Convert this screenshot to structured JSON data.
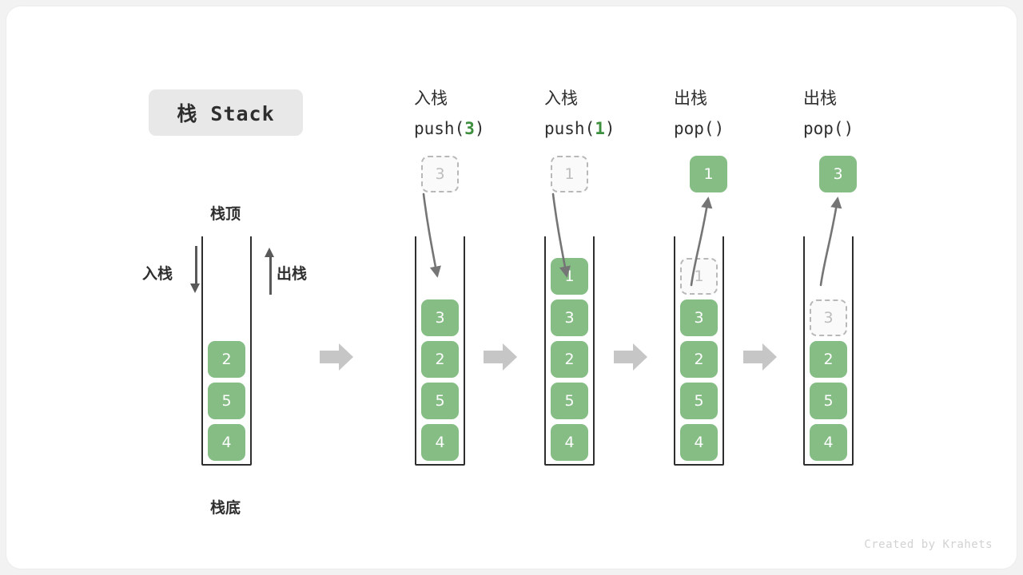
{
  "title": {
    "text": "栈 Stack"
  },
  "colors": {
    "element_fill": "#85bd85",
    "element_text": "#ffffff",
    "ghost_fill": "#fafafa",
    "ghost_border": "#b8b8b8",
    "ghost_text": "#bdbdbd",
    "accent_number": "#3c8f3c",
    "stack_wall": "#2e2e2e",
    "separator_arrow": "#c6c6c6",
    "title_pill_bg": "#e8e8e8",
    "text": "#2e2e2e",
    "watermark": "#d2d2d2"
  },
  "labels": {
    "top": "栈顶",
    "bottom": "栈底",
    "push_side": "入栈",
    "pop_side": "出栈"
  },
  "columns": [
    {
      "id": "initial",
      "header_cjk": "",
      "header_op_prefix": "",
      "header_op_arg": "",
      "header_op_suffix": "",
      "stack": [
        {
          "value": "2",
          "state": "solid"
        },
        {
          "value": "5",
          "state": "solid"
        },
        {
          "value": "4",
          "state": "solid"
        }
      ],
      "floating": null
    },
    {
      "id": "push-3",
      "header_cjk": "入栈",
      "header_op_prefix": "push(",
      "header_op_arg": "3",
      "header_op_suffix": ")",
      "stack": [
        {
          "value": "3",
          "state": "solid"
        },
        {
          "value": "2",
          "state": "solid"
        },
        {
          "value": "5",
          "state": "solid"
        },
        {
          "value": "4",
          "state": "solid"
        }
      ],
      "floating": {
        "value": "3",
        "state": "ghost",
        "direction": "in"
      }
    },
    {
      "id": "push-1",
      "header_cjk": "入栈",
      "header_op_prefix": "push(",
      "header_op_arg": "1",
      "header_op_suffix": ")",
      "stack": [
        {
          "value": "1",
          "state": "solid"
        },
        {
          "value": "3",
          "state": "solid"
        },
        {
          "value": "2",
          "state": "solid"
        },
        {
          "value": "5",
          "state": "solid"
        },
        {
          "value": "4",
          "state": "solid"
        }
      ],
      "floating": {
        "value": "1",
        "state": "ghost",
        "direction": "in"
      }
    },
    {
      "id": "pop-1",
      "header_cjk": "出栈",
      "header_op_prefix": "pop(",
      "header_op_arg": "",
      "header_op_suffix": ")",
      "stack": [
        {
          "value": "1",
          "state": "ghost"
        },
        {
          "value": "3",
          "state": "solid"
        },
        {
          "value": "2",
          "state": "solid"
        },
        {
          "value": "5",
          "state": "solid"
        },
        {
          "value": "4",
          "state": "solid"
        }
      ],
      "floating": {
        "value": "1",
        "state": "solid",
        "direction": "out"
      }
    },
    {
      "id": "pop-2",
      "header_cjk": "出栈",
      "header_op_prefix": "pop(",
      "header_op_arg": "",
      "header_op_suffix": ")",
      "stack": [
        {
          "value": "3",
          "state": "ghost"
        },
        {
          "value": "2",
          "state": "solid"
        },
        {
          "value": "5",
          "state": "solid"
        },
        {
          "value": "4",
          "state": "solid"
        }
      ],
      "floating": {
        "value": "3",
        "state": "solid",
        "direction": "out"
      }
    }
  ],
  "separators": [
    {
      "name": "separator-arrow-1"
    },
    {
      "name": "separator-arrow-2"
    },
    {
      "name": "separator-arrow-3"
    },
    {
      "name": "separator-arrow-4"
    }
  ],
  "watermark": {
    "text": "Created by Krahets"
  }
}
